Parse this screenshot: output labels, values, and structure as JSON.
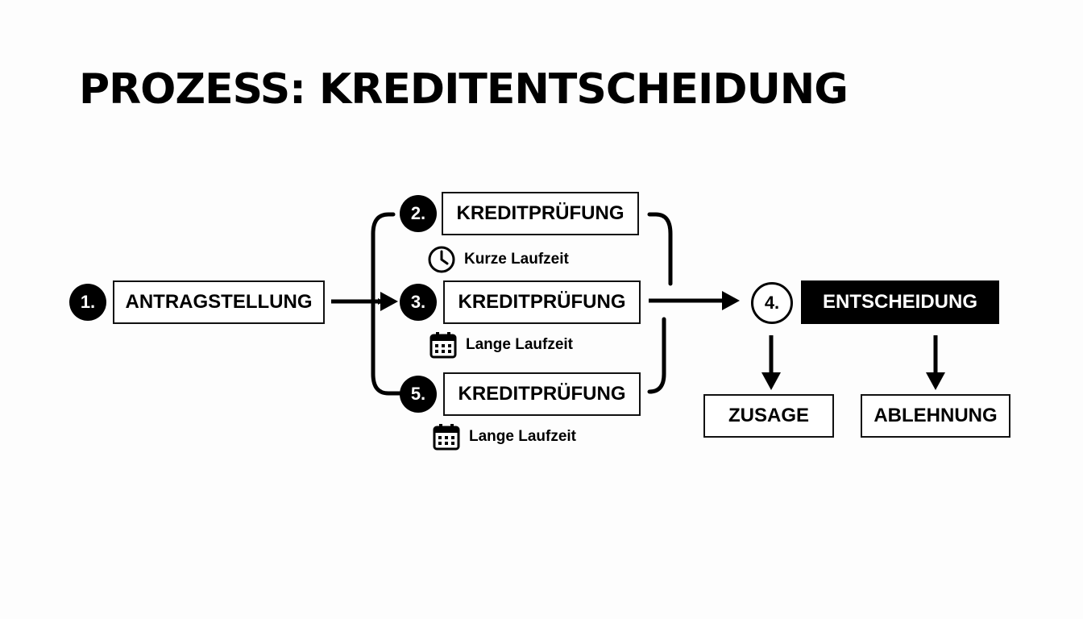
{
  "title": "PROZESS: KREDITENTSCHEIDUNG",
  "steps": {
    "s1": {
      "number": "1.",
      "label": "ANTRAGSTELLUNG"
    },
    "s2": {
      "number": "2.",
      "label": "KREDITPRÜFUNG",
      "note": "Kurze Laufzeit",
      "note_icon": "clock-icon"
    },
    "s3": {
      "number": "3.",
      "label": "KREDITPRÜFUNG",
      "note": "Lange Laufzeit",
      "note_icon": "calendar-icon"
    },
    "s5": {
      "number": "5.",
      "label": "KREDITPRÜFUNG",
      "note": "Lange Laufzeit",
      "note_icon": "calendar-icon"
    },
    "s4": {
      "number": "4.",
      "label": "ENTSCHEIDUNG"
    }
  },
  "outcomes": {
    "approve": "ZUSAGE",
    "reject": "ABLEHNUNG"
  },
  "colors": {
    "background": "#fdfdfd",
    "ink": "#000000",
    "decision_fill": "#000000",
    "decision_text": "#ffffff"
  }
}
